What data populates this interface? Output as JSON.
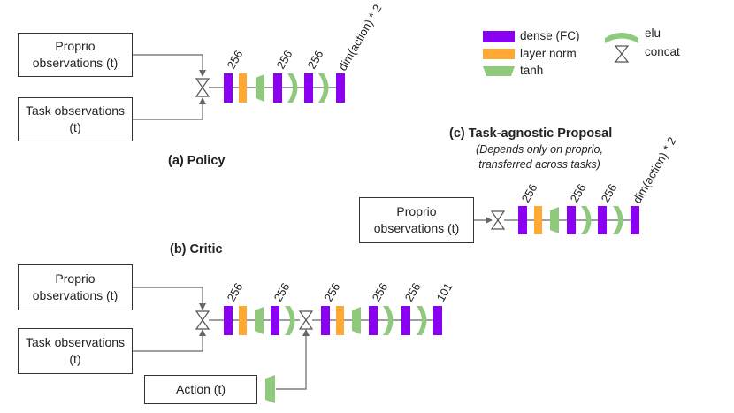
{
  "inputs": {
    "proprio": "Proprio observations (t)",
    "task": "Task observations (t)",
    "action": "Action (t)"
  },
  "titles": {
    "policy": "(a) Policy",
    "critic": "(b) Critic",
    "proposal": "(c) Task-agnostic Proposal",
    "proposal_note_1": "(Depends only on proprio,",
    "proposal_note_2": "transferred across tasks)"
  },
  "legend": {
    "dense": "dense (FC)",
    "layer_norm": "layer norm",
    "tanh": "tanh",
    "elu": "elu",
    "concat": "concat"
  },
  "layer_sizes": {
    "s256": "256",
    "action_out": "dim(action) * 2",
    "critic_out": "101"
  },
  "colors": {
    "dense": "#8a00f0",
    "layer_norm": "#ffa833",
    "activation": "#8fc97c"
  }
}
